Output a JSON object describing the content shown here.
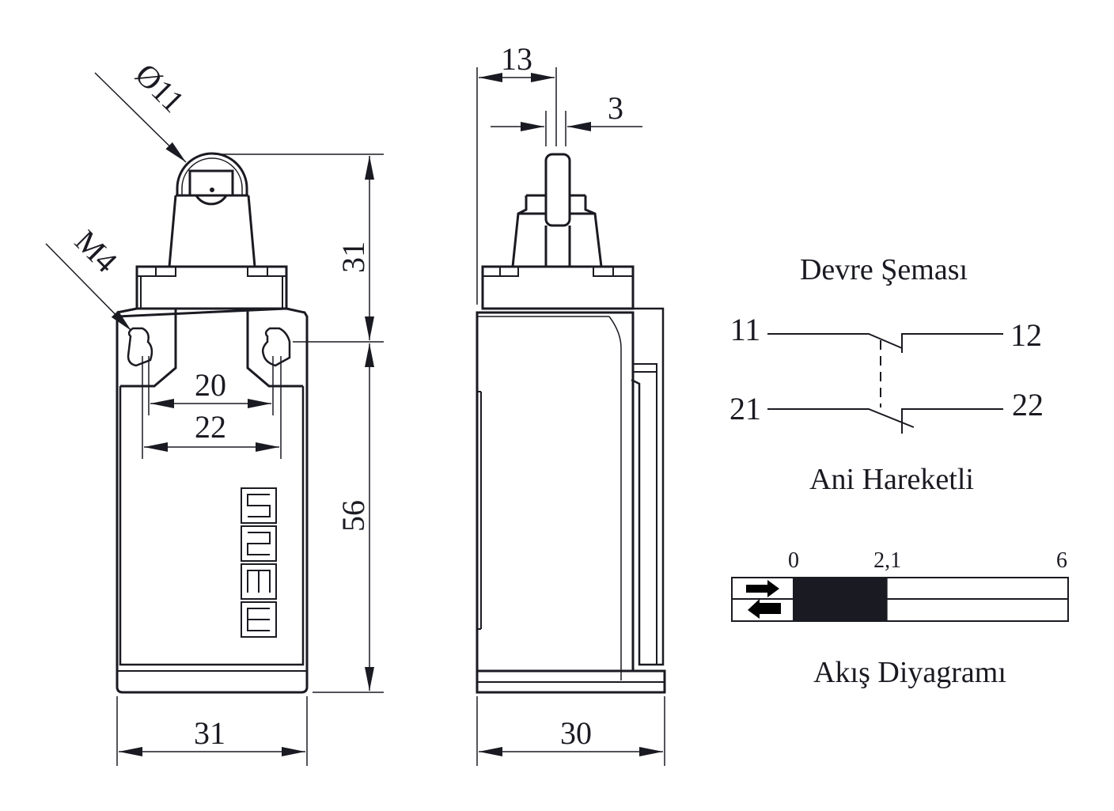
{
  "front_view": {
    "roller_diameter": "Ø11",
    "thread": "M4",
    "hole_spacing_inner": "20",
    "hole_spacing_outer": "22",
    "height_head": "31",
    "height_body": "56",
    "width": "31"
  },
  "side_view": {
    "offset": "13",
    "roller_width": "3",
    "depth": "30"
  },
  "circuit": {
    "title": "Devre Şeması",
    "terminals": [
      "11",
      "12",
      "21",
      "22"
    ],
    "subtitle": "Ani Hareketli"
  },
  "flow_diagram": {
    "title": "Akış Diyagramı",
    "ticks": [
      "0",
      "2,1",
      "6"
    ],
    "closed_range": [
      0,
      2.1
    ],
    "max": 6,
    "colors": {
      "closed": "#1a1a22"
    }
  }
}
